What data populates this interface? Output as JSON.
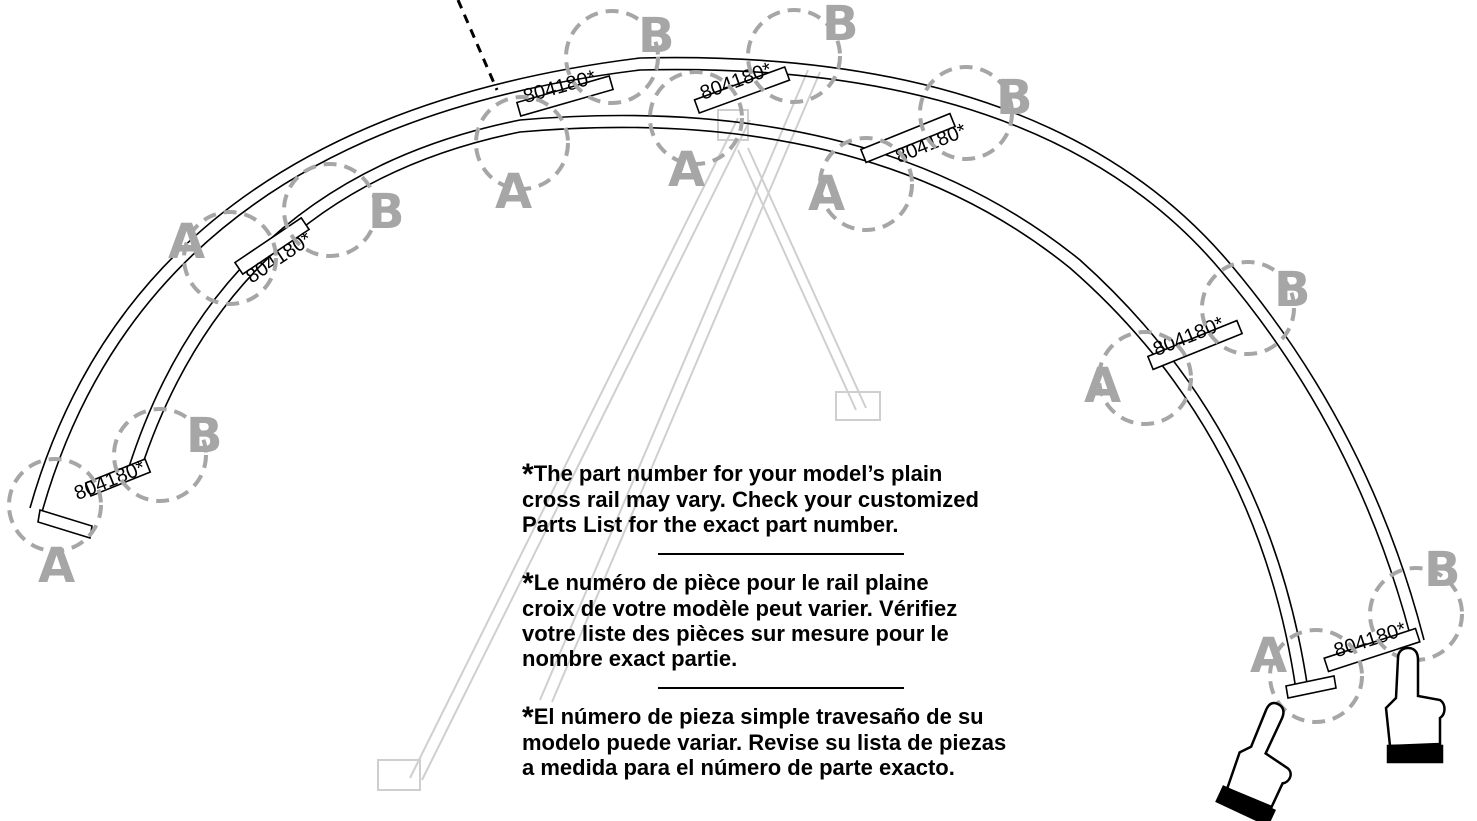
{
  "part_number": "804180*",
  "connection_labels": {
    "a": "A",
    "b": "B"
  },
  "callouts": [
    {
      "id": "1",
      "a": "A",
      "b": "B"
    },
    {
      "id": "2",
      "a": "A",
      "b": "B"
    },
    {
      "id": "3",
      "a": "A",
      "b": "B"
    },
    {
      "id": "4",
      "a": "A",
      "b": "B"
    },
    {
      "id": "5",
      "a": "A",
      "b": "B"
    },
    {
      "id": "6",
      "a": "A",
      "b": "B"
    },
    {
      "id": "7",
      "a": "A",
      "b": "B"
    }
  ],
  "notes": {
    "marker": "*",
    "en": [
      "The part number for your model’s plain",
      "cross rail may vary. Check your customized",
      "Parts List for the exact part number."
    ],
    "fr": [
      "Le numéro de pièce pour le rail plaine",
      "croix de votre modèle peut varier. Vérifiez",
      "votre liste des pièces sur mesure pour le",
      "nombre exact partie."
    ],
    "es": [
      "El número de pieza simple travesaño de su",
      "modelo puede variar. Revise su lista de piezas",
      "a medida para el número de parte exacto."
    ]
  },
  "colors": {
    "line": "#000000",
    "callout": "#a6a6a6",
    "ghost": "#cfcfcf"
  }
}
